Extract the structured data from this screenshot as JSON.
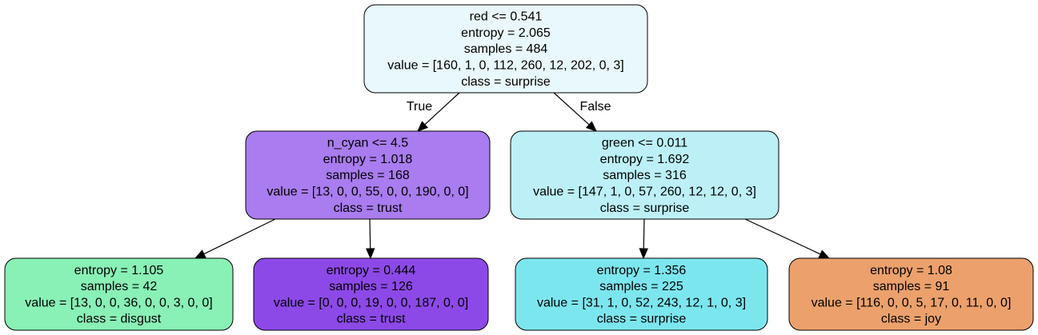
{
  "tree": {
    "nodes": [
      {
        "id": "n0",
        "fill": "#e9f8fc",
        "lines": [
          "red <= 0.541",
          "entropy = 2.065",
          "samples = 484",
          "value = [160, 1, 0, 112, 260, 12, 202, 0, 3]",
          "class = surprise"
        ]
      },
      {
        "id": "n1",
        "fill": "#a97cef",
        "lines": [
          "n_cyan <= 4.5",
          "entropy = 1.018",
          "samples = 168",
          "value = [13, 0, 0, 55, 0, 0, 190, 0, 0]",
          "class = trust"
        ]
      },
      {
        "id": "n2",
        "fill": "#bcf0f6",
        "lines": [
          "green <= 0.011",
          "entropy = 1.692",
          "samples = 316",
          "value = [147, 1, 0, 57, 260, 12, 12, 0, 3]",
          "class = surprise"
        ]
      },
      {
        "id": "n3",
        "fill": "#89f0b6",
        "lines": [
          "entropy = 1.105",
          "samples = 42",
          "value = [13, 0, 0, 36, 0, 0, 3, 0, 0]",
          "class = disgust"
        ]
      },
      {
        "id": "n4",
        "fill": "#8c49e7",
        "lines": [
          "entropy = 0.444",
          "samples = 126",
          "value = [0, 0, 0, 19, 0, 0, 187, 0, 0]",
          "class = trust"
        ]
      },
      {
        "id": "n5",
        "fill": "#7ce6ee",
        "lines": [
          "entropy = 1.356",
          "samples = 225",
          "value = [31, 1, 0, 52, 243, 12, 1, 0, 3]",
          "class = surprise"
        ]
      },
      {
        "id": "n6",
        "fill": "#eca16c",
        "lines": [
          "entropy = 1.08",
          "samples = 91",
          "value = [116, 0, 0, 5, 17, 0, 11, 0, 0]",
          "class = joy"
        ]
      }
    ],
    "edges": [
      {
        "from": "n0",
        "to": "n1",
        "label": "True"
      },
      {
        "from": "n0",
        "to": "n2",
        "label": "False"
      },
      {
        "from": "n1",
        "to": "n3",
        "label": ""
      },
      {
        "from": "n1",
        "to": "n4",
        "label": ""
      },
      {
        "from": "n2",
        "to": "n5",
        "label": ""
      },
      {
        "from": "n2",
        "to": "n6",
        "label": ""
      }
    ]
  }
}
